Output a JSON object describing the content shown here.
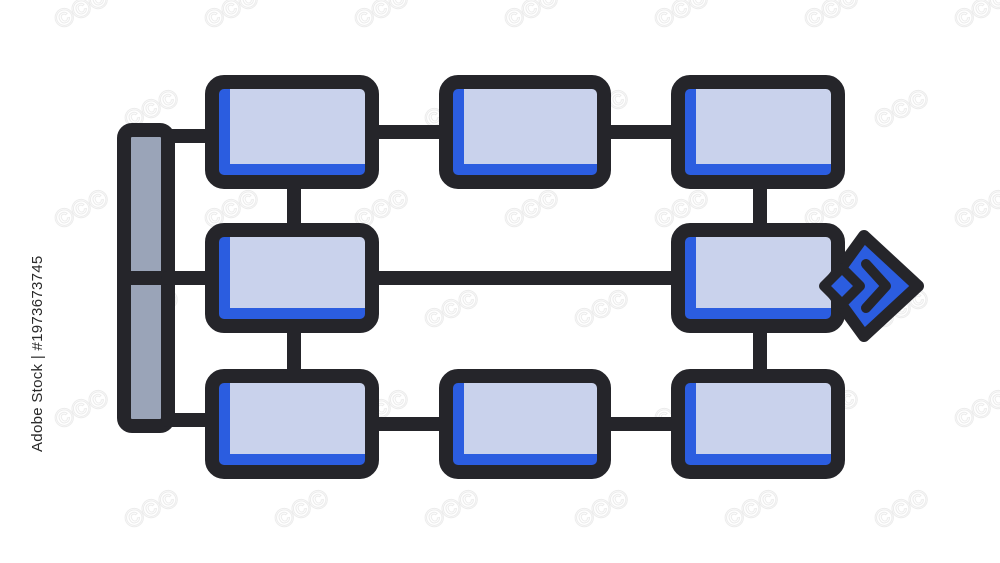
{
  "diagram": {
    "kind": "flowchart-icon",
    "colors": {
      "outline": "#25252a",
      "box_fill": "#c9d2ec",
      "box_accent": "#2b5de0",
      "bar_fill": "#9aa4b8",
      "arrow_fill": "#2b5de0",
      "background": "#ffffff",
      "watermark": "#dcdcdc"
    },
    "boxes": [
      "box-1",
      "box-2",
      "box-3",
      "box-4",
      "box-5",
      "box-6",
      "box-7",
      "box-8"
    ],
    "arrow_icon": "double-chevron-right-icon"
  },
  "watermark": {
    "text": "Adobe Stock | #1973673745",
    "pattern_icon": "stock-watermark-pattern"
  }
}
